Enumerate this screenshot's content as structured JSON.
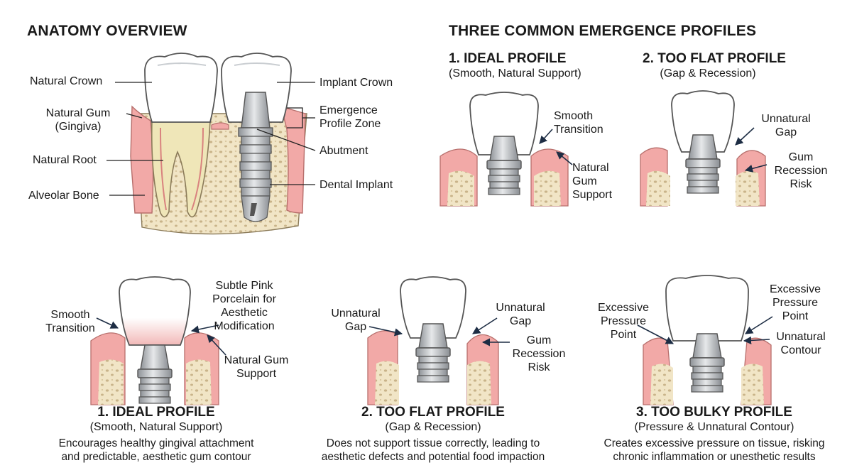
{
  "anatomy": {
    "title": "ANATOMY OVERVIEW",
    "labels": {
      "natural_crown": "Natural Crown",
      "natural_gum": "Natural Gum\n(Gingiva)",
      "natural_root": "Natural Root",
      "alveolar_bone": "Alveolar Bone",
      "implant_crown": "Implant Crown",
      "emergence_zone": "Emergence\nProfile Zone",
      "abutment": "Abutment",
      "dental_implant": "Dental Implant"
    }
  },
  "profiles_section": {
    "title": "THREE COMMON EMERGENCE PROFILES",
    "top": [
      {
        "heading": "1. IDEAL PROFILE",
        "subheading": "(Smooth, Natural Support)",
        "labels": [
          "Smooth\nTransition",
          "Natural\nGum\nSupport"
        ]
      },
      {
        "heading": "2. TOO FLAT PROFILE",
        "subheading": "(Gap & Recession)",
        "labels": [
          "Unnatural\nGap",
          "Gum\nRecession\nRisk"
        ]
      }
    ]
  },
  "bottom": [
    {
      "heading": "1. IDEAL PROFILE",
      "subheading": "(Smooth, Natural Support)",
      "description": "Encourages healthy gingival attachment\nand predictable, aesthetic gum contour",
      "labels": [
        "Smooth\nTransition",
        "Subtle Pink\nPorcelain for\nAesthetic\nModification",
        "Natural Gum\nSupport"
      ]
    },
    {
      "heading": "2. TOO FLAT PROFILE",
      "subheading": "(Gap & Recession)",
      "description": "Does not support tissue correctly, leading to\naesthetic defects and potential food impaction",
      "labels": [
        "Unnatural\nGap",
        "Unnatural\nGap",
        "Gum\nRecession\nRisk"
      ]
    },
    {
      "heading": "3. TOO BULKY PROFILE",
      "subheading": "(Pressure & Unnatural Contour)",
      "description": "Creates excessive pressure on tissue, risking\nchronic inflammation or unesthetic results",
      "labels": [
        "Excessive\nPressure\nPoint",
        "Excessive\nPressure\nPoint",
        "Unnatural\nContour"
      ]
    }
  ],
  "colors": {
    "gum": "#f2a9a7",
    "gum_dark": "#d9827f",
    "bone": "#efe2bf",
    "enamel": "#ffffff",
    "metal": "#b9bcc0",
    "root": "#efe6b8",
    "pink_porcelain": "#f6c9c8"
  }
}
